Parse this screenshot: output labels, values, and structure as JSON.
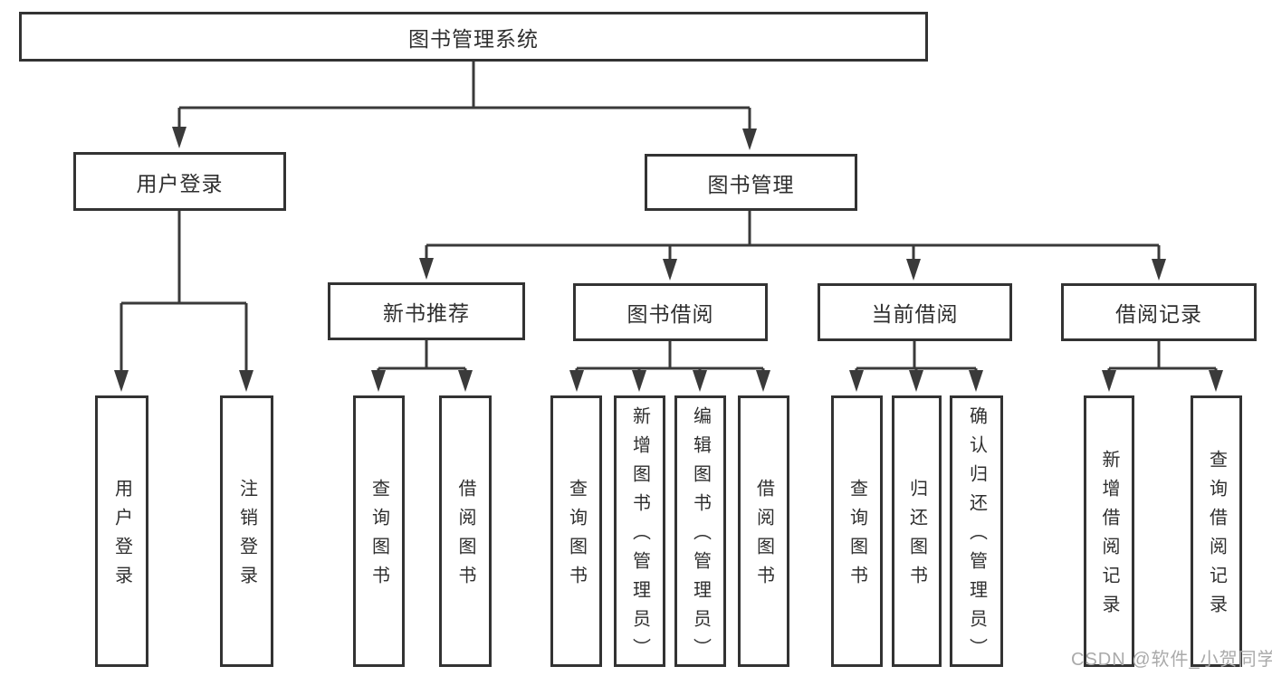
{
  "page": {
    "watermark": "CSDN @软件_小贺同学"
  },
  "colors": {
    "line": "#3a3a3a",
    "box_border": "#333333",
    "text": "#2f2f2f",
    "background": "#ffffff",
    "watermark": "#aaaaaa"
  },
  "tree": {
    "root": {
      "label": "图书管理系统"
    },
    "branches": [
      {
        "label": "用户登录",
        "children": [
          {
            "label": "用户登录"
          },
          {
            "label": "注销登录"
          }
        ]
      },
      {
        "label": "图书管理",
        "children": [
          {
            "label": "新书推荐",
            "children": [
              {
                "label": "查询图书"
              },
              {
                "label": "借阅图书"
              }
            ]
          },
          {
            "label": "图书借阅",
            "children": [
              {
                "label": "查询图书"
              },
              {
                "label": "新增图书（管理员）"
              },
              {
                "label": "编辑图书（管理员）"
              },
              {
                "label": "借阅图书"
              }
            ]
          },
          {
            "label": "当前借阅",
            "children": [
              {
                "label": "查询图书"
              },
              {
                "label": "归还图书"
              },
              {
                "label": "确认归还（管理员）"
              }
            ]
          },
          {
            "label": "借阅记录",
            "children": [
              {
                "label": "新增借阅记录"
              },
              {
                "label": "查询借阅记录"
              }
            ]
          }
        ]
      }
    ]
  }
}
